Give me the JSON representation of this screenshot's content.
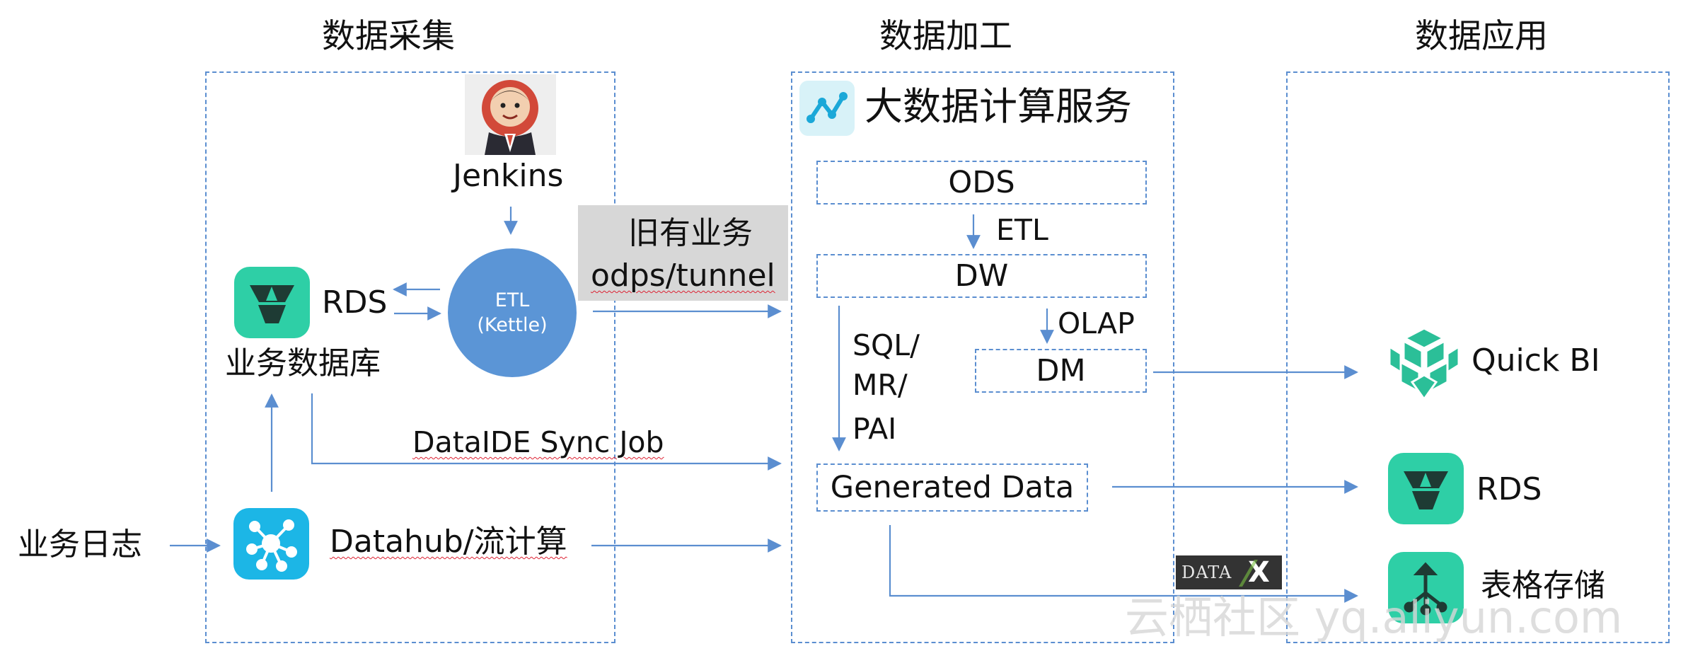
{
  "columns": {
    "collect_title": "数据采集",
    "process_title": "数据加工",
    "apply_title": "数据应用"
  },
  "collect": {
    "jenkins_label": "Jenkins",
    "etl_line1": "ETL",
    "etl_line2": "(Kettle)",
    "rds_label": "RDS",
    "business_db_label": "业务数据库",
    "legacy_line1": "旧有业务",
    "legacy_line2": "odps/tunnel",
    "sync_job_label": "DataIDE Sync Job",
    "datahub_label": "Datahub/流计算",
    "business_log_label": "业务日志"
  },
  "process": {
    "header_title": "大数据计算服务",
    "ods_label": "ODS",
    "etl_arrow_label": "ETL",
    "dw_label": "DW",
    "olap_label": "OLAP",
    "dm_label": "DM",
    "sql_line1": "SQL/",
    "sql_line2": "MR/",
    "sql_line3": "PAI",
    "generated_label": "Generated Data"
  },
  "apply": {
    "quickbi_label": "Quick BI",
    "rds_label": "RDS",
    "table_store_label": "表格存储"
  },
  "badge": {
    "datax_text": "DATA",
    "datax_x": "X"
  },
  "watermark": "云栖社区 yq.aliyun.com",
  "colors": {
    "dashed_border": "#5b8ed0",
    "arrow": "#5b8ed0",
    "etl_circle": "#5b95d6",
    "rds_tile": "#2ecfa6",
    "datahub_tile": "#1cb6e6",
    "quickbi": "#2bbf98",
    "legacy_box": "#d7d7d7"
  }
}
